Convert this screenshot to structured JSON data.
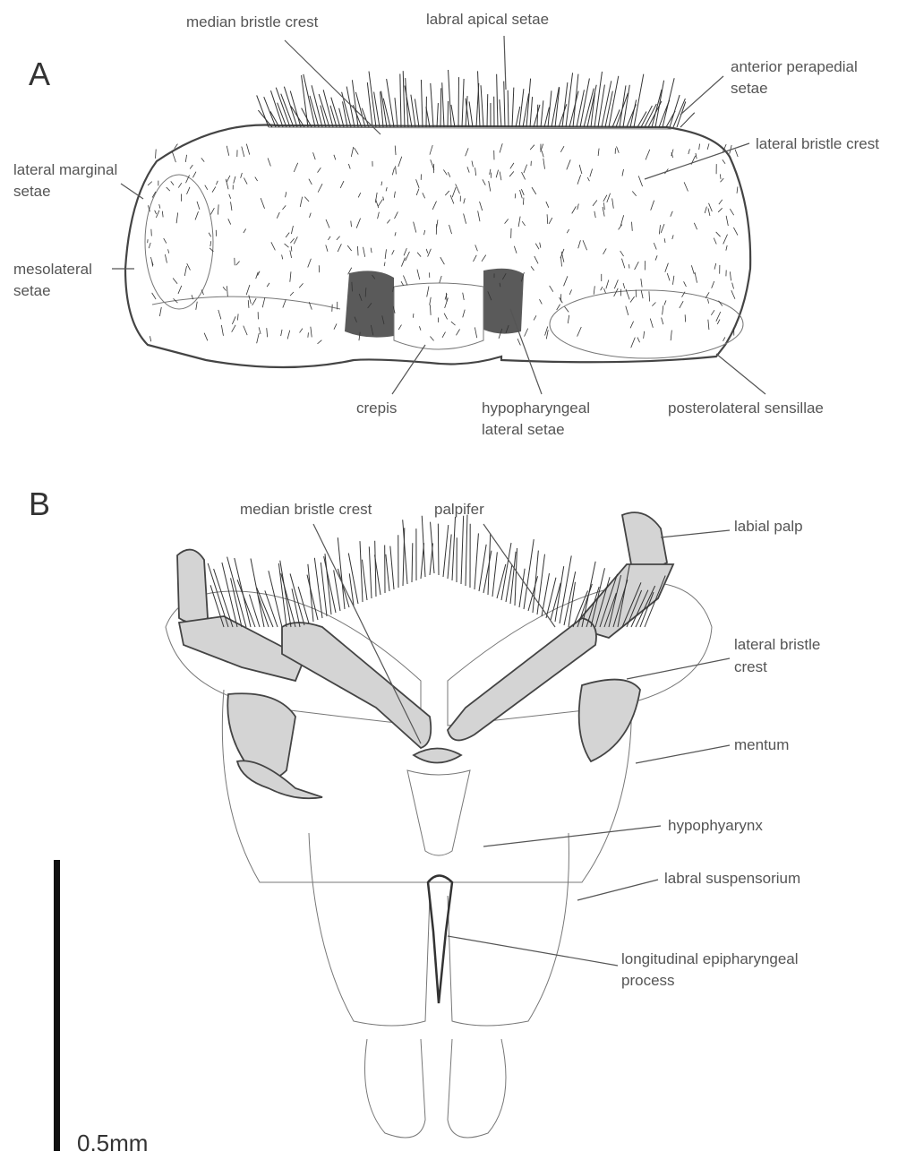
{
  "panels": {
    "a": {
      "letter": "A",
      "labels": {
        "median_bristle_crest": "median bristle crest",
        "labral_apical_setae": "labral apical setae",
        "anterior_perapedial_1": "anterior perapedial",
        "anterior_perapedial_2": "setae",
        "lateral_bristle_crest": "lateral bristle crest",
        "lateral_marginal_1": "lateral marginal",
        "lateral_marginal_2": "setae",
        "mesolateral_1": "mesolateral",
        "mesolateral_2": "setae",
        "crepis": "crepis",
        "hypopharyngeal_1": "hypopharyngeal",
        "hypopharyngeal_2": "lateral setae",
        "posterolateral_sensillae": "posterolateral sensillae"
      }
    },
    "b": {
      "letter": "B",
      "labels": {
        "median_bristle_crest": "median bristle crest",
        "palpifer": "palpifer",
        "labial_palp": "labial palp",
        "lateral_bristle_crest_1": "lateral bristle",
        "lateral_bristle_crest_2": "crest",
        "mentum": "mentum",
        "hypophyarynx": "hypophyarynx",
        "labral_suspensorium": "labral suspensorium",
        "longitudinal_1": "longitudinal epipharyngeal",
        "longitudinal_2": "process"
      }
    }
  },
  "scale_bar": {
    "label": "0.5mm"
  }
}
